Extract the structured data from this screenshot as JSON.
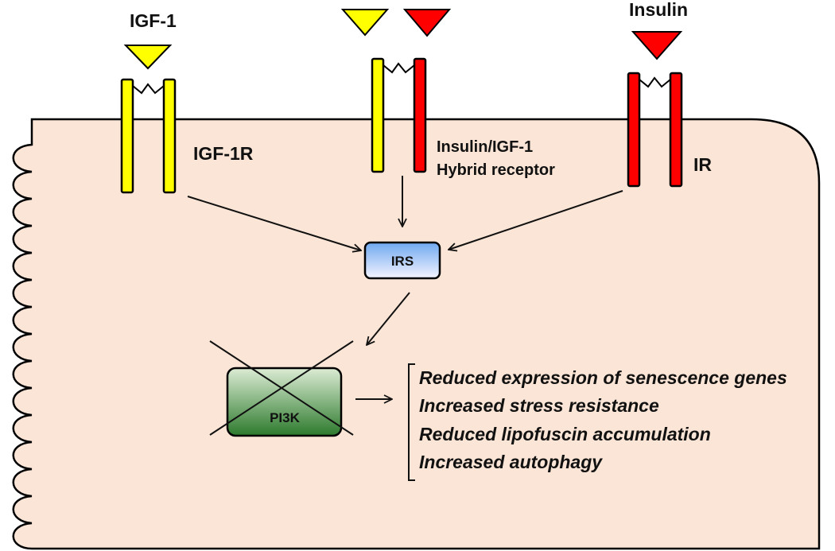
{
  "ligands": {
    "igf1": "IGF-1",
    "insulin": "Insulin"
  },
  "receptors": {
    "igf1r": "IGF-1R",
    "hybrid_line1": "Insulin/IGF-1",
    "hybrid_line2": "Hybrid receptor",
    "ir": "IR"
  },
  "nodes": {
    "irs": "IRS",
    "pi3k": "PI3K"
  },
  "outcomes": [
    "Reduced expression of senescence genes",
    "Increased stress resistance",
    "Reduced lipofuscin accumulation",
    "Increased autophagy"
  ],
  "colors": {
    "cell_fill": "#fbe5d6",
    "igf1": "#ffff00",
    "insulin": "#ff0000",
    "irs_top": "#6fa8f0",
    "irs_bottom": "#f2f2ff",
    "pi3k_top": "#d9ead3",
    "pi3k_bottom": "#2e7d2e"
  }
}
